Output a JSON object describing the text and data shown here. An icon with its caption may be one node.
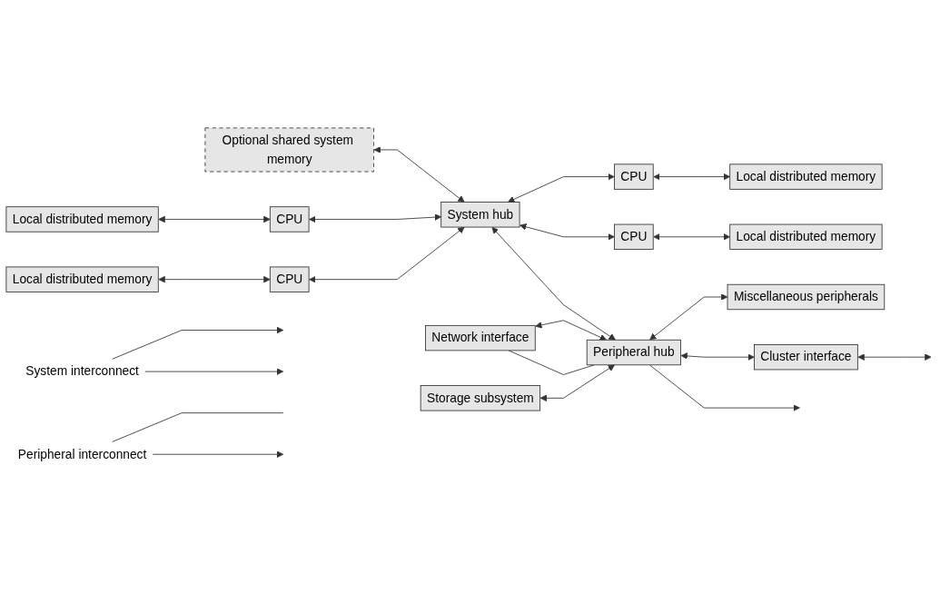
{
  "diagram": {
    "nodes": [
      {
        "text": [
          "Optional shared system memory"
        ]
      },
      {
        "text": [
          "System interconnect"
        ]
      },
      {
        "text": [
          "Local distributed memory"
        ]
      },
      {
        "text": [
          "CPU"
        ]
      },
      {
        "text": [
          "System hub"
        ]
      },
      {
        "text": [
          "CPU"
        ]
      },
      {
        "text": [
          "Local distributed memory"
        ]
      },
      {
        "text": [
          "Local distributed memory"
        ]
      },
      {
        "text": [
          "CPU"
        ]
      },
      {
        "text": [
          "CPU"
        ]
      },
      {
        "text": [
          "Local distributed memory"
        ]
      },
      {
        "text": [
          "Peripheral interconnect"
        ]
      },
      {
        "text": [
          "Network interface"
        ]
      },
      {
        "text": [
          "Peripheral hub"
        ]
      },
      {
        "text": [
          "Miscellaneous peripherals"
        ]
      },
      {
        "text": [
          "Storage subsystem"
        ]
      },
      {
        "text": [
          "Cluster interface"
        ]
      }
    ],
    "edges": [
      {
        "from": 0,
        "to": 4,
        "arrow": "both"
      },
      {
        "from": 2,
        "to": 3,
        "arrow": "both"
      },
      {
        "from": 3,
        "to": 4,
        "arrow": "both"
      },
      {
        "from": 4,
        "to": 5,
        "arrow": "both"
      },
      {
        "from": 5,
        "to": 6,
        "arrow": "both"
      },
      {
        "from": 7,
        "to": 8,
        "arrow": "both"
      },
      {
        "from": 8,
        "to": 4,
        "arrow": "both"
      },
      {
        "from": 4,
        "to": 9,
        "arrow": "both"
      },
      {
        "from": 9,
        "to": 10,
        "arrow": "both"
      },
      {
        "from": 4,
        "to": 13,
        "arrow": "both"
      },
      {
        "from": 12,
        "to": 13,
        "arrow": "both"
      },
      {
        "from": 13,
        "to": 14,
        "arrow": "both"
      },
      {
        "from": 15,
        "to": 13,
        "arrow": "both"
      },
      {
        "from": 13,
        "to": 16,
        "arrow": "both"
      },
      {
        "from": 16,
        "to": null,
        "arrow": "both"
      },
      {
        "from": 1,
        "to": null,
        "arrow": "to"
      },
      {
        "from": 1,
        "to": null,
        "arrow": "to"
      },
      {
        "from": 11,
        "to": null,
        "arrow": "none"
      },
      {
        "from": 11,
        "to": null,
        "arrow": "to"
      },
      {
        "from": 12,
        "to": 13,
        "arrow": "none"
      },
      {
        "from": 13,
        "to": null,
        "arrow": "to"
      }
    ]
  }
}
